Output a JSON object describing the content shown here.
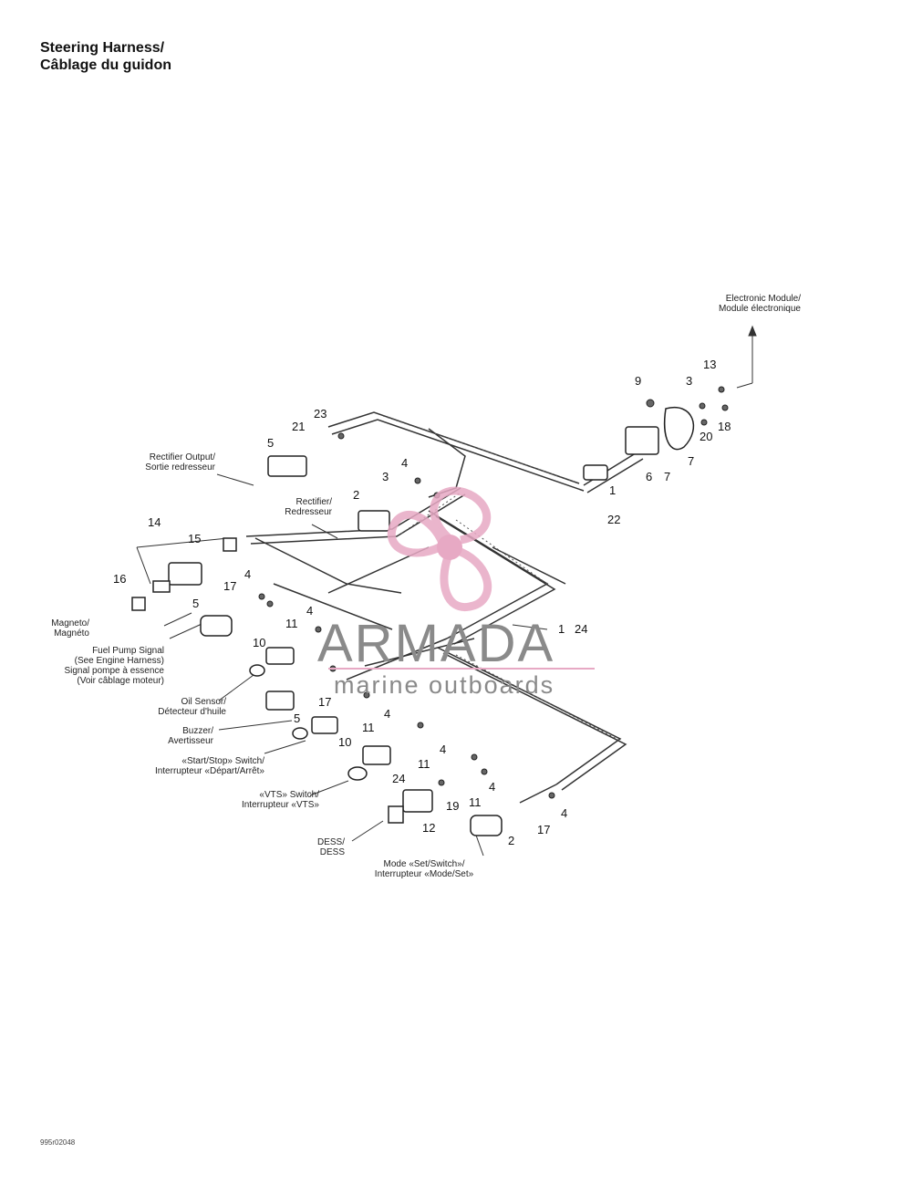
{
  "title": {
    "line1": "Steering Harness/",
    "line2": "Câblage du guidon"
  },
  "callouts": {
    "electronic_module": [
      "Electronic Module/",
      "Module électronique"
    ],
    "rectifier_output": [
      "Rectifier Output/",
      "Sortie redresseur"
    ],
    "rectifier": [
      "Rectifier/",
      "Redresseur"
    ],
    "magneto": [
      "Magneto/",
      "Magnéto"
    ],
    "fuel_pump_signal": [
      "Fuel Pump Signal",
      "(See Engine Harness)",
      "Signal pompe à essence",
      "(Voir câblage moteur)"
    ],
    "oil_sensor": [
      "Oil Sensor/",
      "Détecteur d'huile"
    ],
    "buzzer": [
      "Buzzer/",
      "Avertisseur"
    ],
    "start_stop_switch": [
      "«Start/Stop» Switch/",
      "Interrupteur «Départ/Arrêt»"
    ],
    "vts_switch": [
      "«VTS» Switch/",
      "Interrupteur «VTS»"
    ],
    "dess": [
      "DESS/",
      "DESS"
    ],
    "mode_set_switch": [
      "Mode «Set/Switch»/",
      "Interrupteur «Mode/Set»"
    ]
  },
  "part_numbers": [
    "9",
    "3",
    "13",
    "18",
    "20",
    "7",
    "6",
    "7",
    "1",
    "22",
    "23",
    "21",
    "5",
    "4",
    "3",
    "2",
    "14",
    "15",
    "16",
    "17",
    "4",
    "5",
    "4",
    "11",
    "10",
    "1",
    "24",
    "17",
    "5",
    "11",
    "4",
    "10",
    "4",
    "11",
    "24",
    "4",
    "11",
    "19",
    "4",
    "17",
    "12",
    "2"
  ],
  "figure_code": "995r02048",
  "watermark": {
    "brand": "ARMADA",
    "tagline": "marine outboards",
    "logo_color": "#e7a9c4",
    "text_color": "#8a8a8a"
  }
}
